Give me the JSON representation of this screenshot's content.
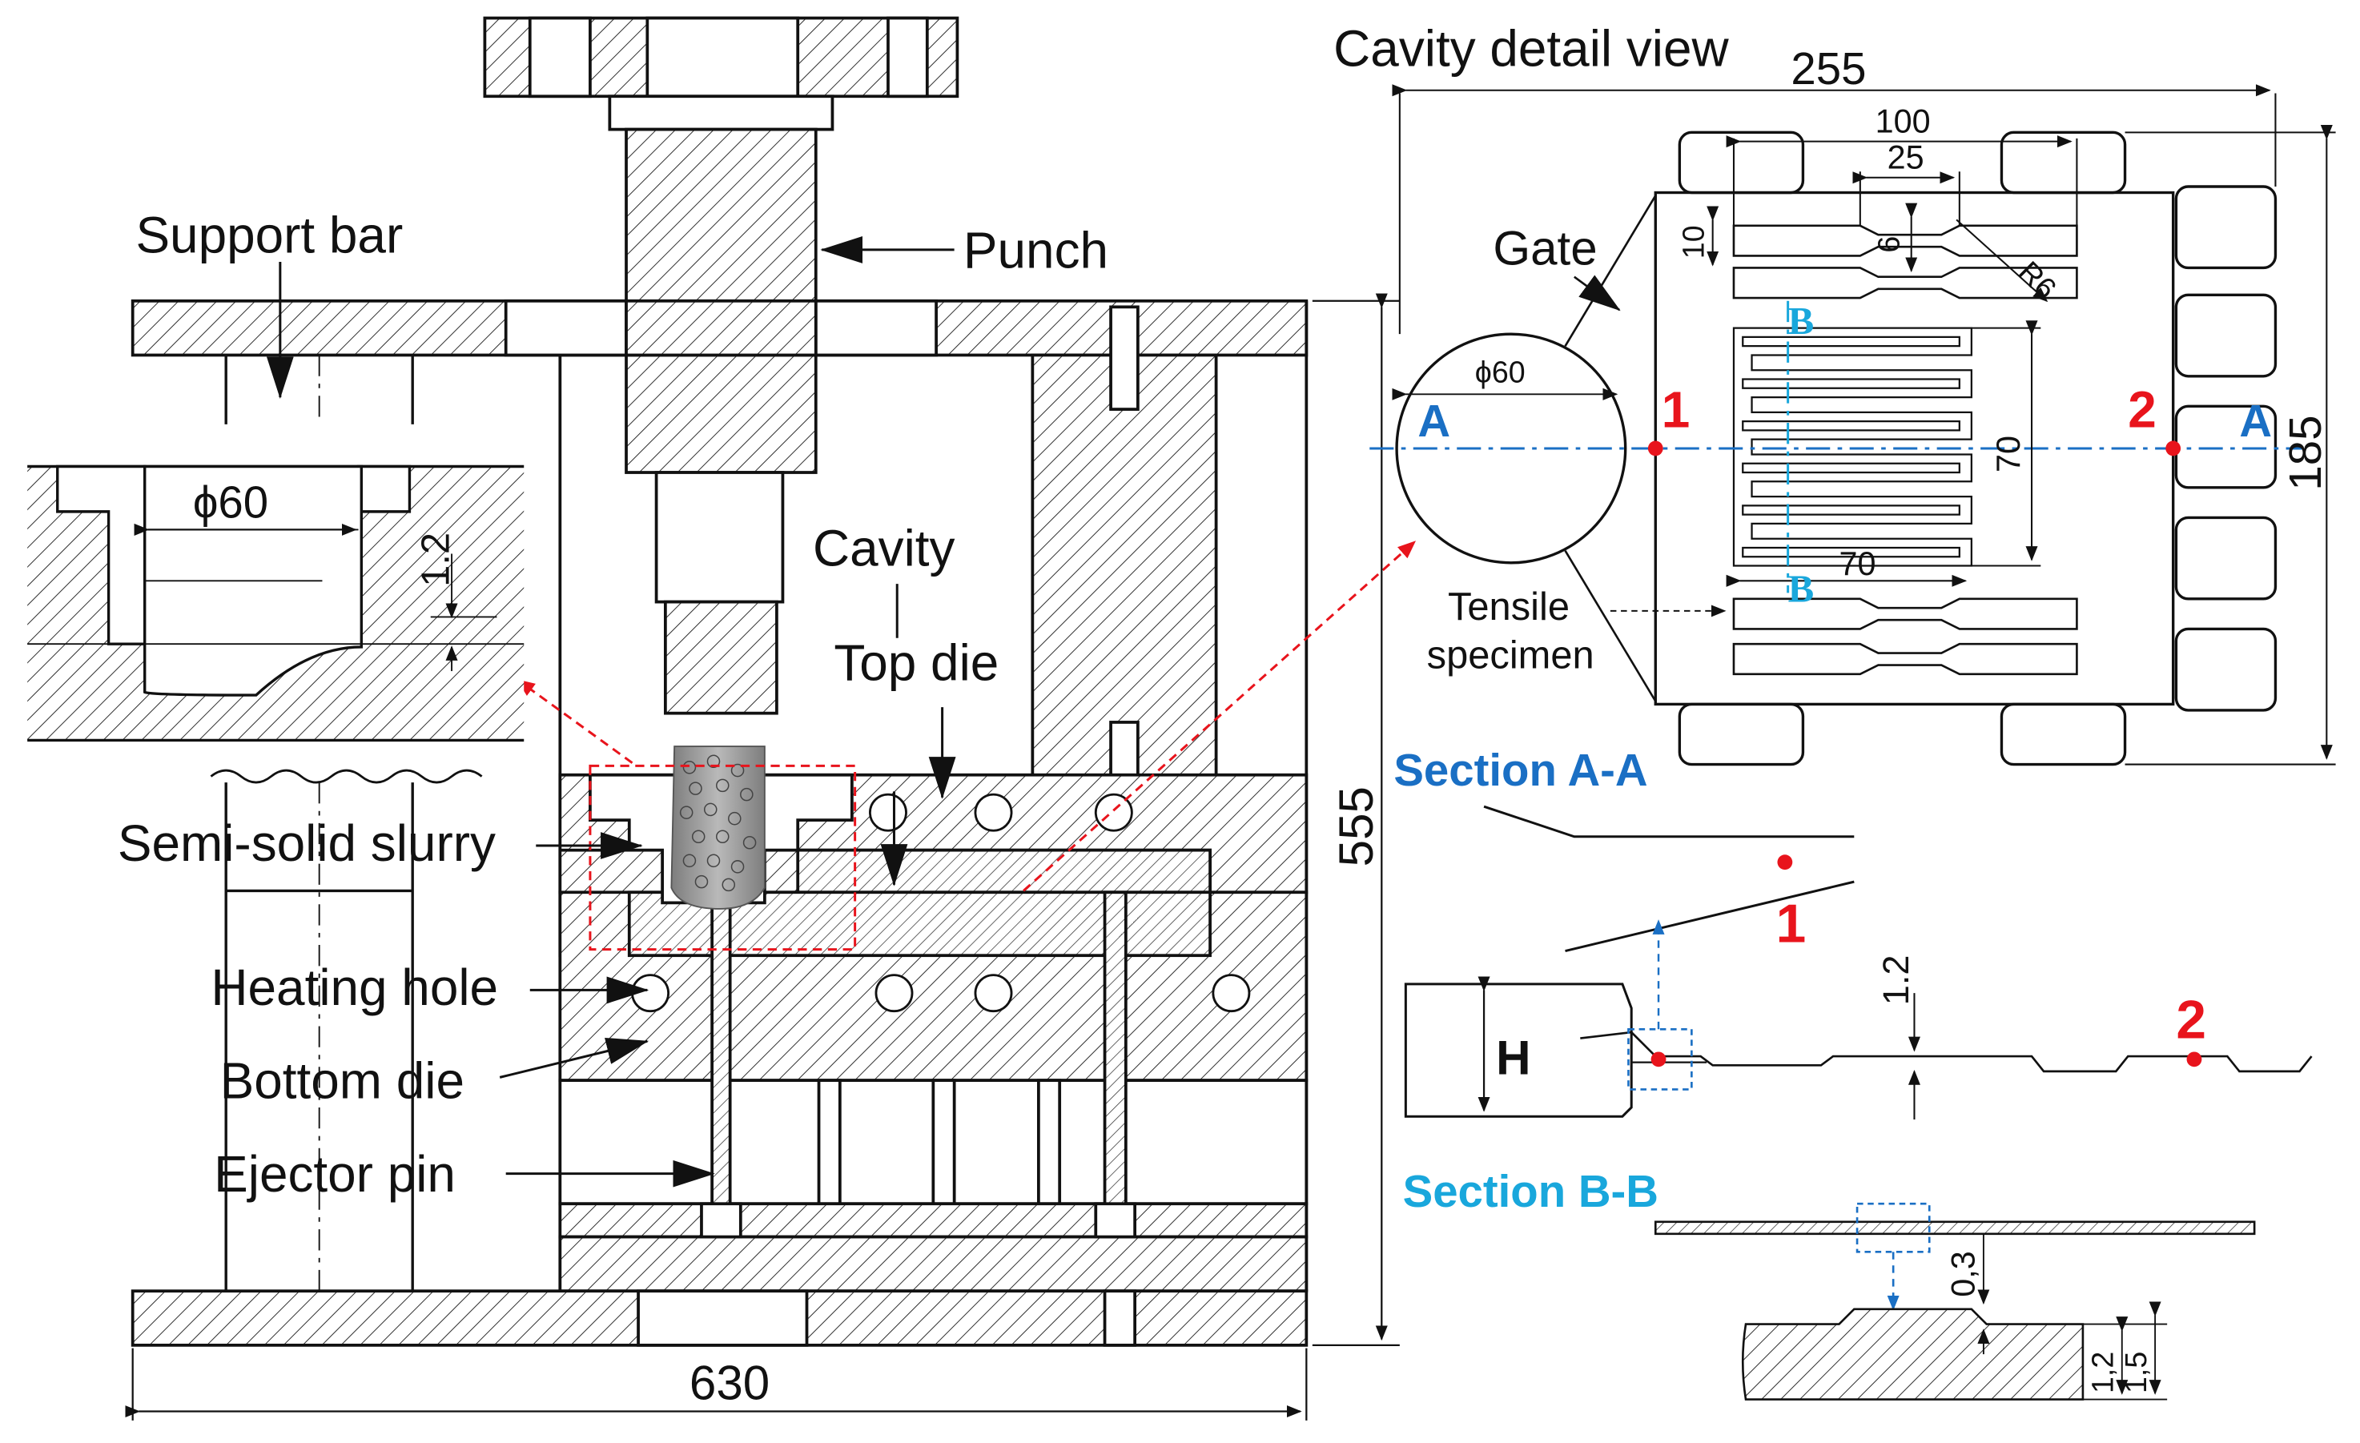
{
  "labels": {
    "support_bar": "Support bar",
    "punch": "Punch",
    "cavity": "Cavity",
    "top_die": "Top die",
    "semi_solid_slurry": "Semi-solid slurry",
    "heating_hole": "Heating hole",
    "bottom_die": "Bottom die",
    "ejector_pin": "Ejector pin",
    "gate": "Gate",
    "tensile_specimen_line1": "Tensile",
    "tensile_specimen_line2": "specimen",
    "cavity_detail_view": "Cavity detail view",
    "section_aa": "Section A-A",
    "section_bb": "Section B-B"
  },
  "dimensions": {
    "width_630": "630",
    "height_555": "555",
    "width_255": "255",
    "width_100": "100",
    "width_25": "25",
    "dim_10": "10",
    "dim_6": "6",
    "radius_r6": "R6",
    "phi60_inset": "ϕ60",
    "phi60_circle": "ϕ60",
    "thick_1_2_inset": "1.2",
    "dim_70_vertical": "70",
    "dim_70_horizontal": "70",
    "height_185": "185",
    "thick_1_2_section": "1.2",
    "h_label": "H",
    "dim_0_3": "0,3",
    "dim_1_2_b": "1,2",
    "dim_1_5": "1,5"
  },
  "markers": {
    "point1": "1",
    "point2": "2",
    "point1_section": "1",
    "point2_section": "2",
    "section_a_left": "A",
    "section_a_right": "A",
    "section_b_top": "B",
    "section_b_bottom": "B"
  },
  "colors": {
    "line": "#111111",
    "red": "#e8141c",
    "blue": "#1a6fc4",
    "light_blue": "#19a7dc",
    "slurry": "#9a9a9a"
  }
}
